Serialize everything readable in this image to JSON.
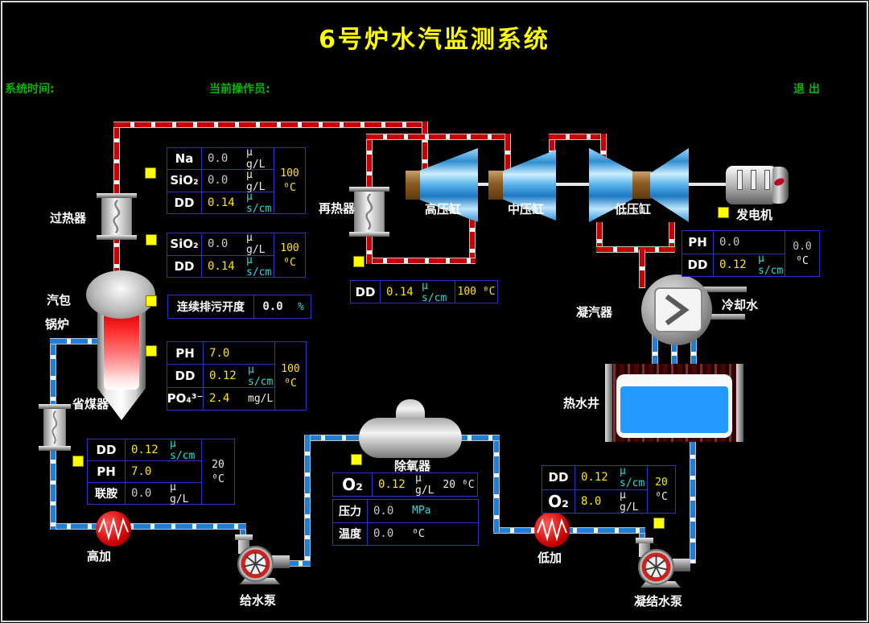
{
  "title": "6号炉水汽监测系统",
  "header": {
    "system_time_label": "系统时间:",
    "operator_label": "当前操作员:",
    "exit_label": "退  出"
  },
  "colors": {
    "background": "#000000",
    "title_yellow": "#ffff00",
    "label_green": "#00b800",
    "table_border_blue": "#2a35c8",
    "value_yellow": "#ffe500",
    "value_gray": "#c8c8c8",
    "unit_cyan": "#27dede",
    "pipe_steam_red": "#c80000",
    "pipe_water_blue": "#1f7fd4",
    "indicator_yellow": "#ffff00",
    "hotwell_water_blue": "#2299ff"
  },
  "equipment_labels": {
    "superheater": "过热器",
    "drum": "汽包",
    "boiler": "锅炉",
    "economizer": "省煤器",
    "reheater": "再热器",
    "hp_cylinder": "高压缸",
    "ip_cylinder": "中压缸",
    "lp_cylinder": "低压缸",
    "generator": "发电机",
    "condenser": "凝汽器",
    "cooling_water": "冷却水",
    "hotwell": "热水井",
    "deaerator": "除氧器",
    "hp_heater": "高加",
    "lp_heater": "低加",
    "feed_pump": "给水泵",
    "condensate_pump": "凝结水泵"
  },
  "tables": {
    "superheater_steam": {
      "rows": [
        [
          "Na",
          "0.0",
          "μ g/L"
        ],
        [
          "SiO₂",
          "0.0",
          "μ g/L"
        ],
        [
          "DD",
          "0.14",
          "μ s/cm"
        ]
      ],
      "temp": "100",
      "temp_unit": "⁰C"
    },
    "saturated_steam": {
      "rows": [
        [
          "SiO₂",
          "0.0",
          "μ g/L"
        ],
        [
          "DD",
          "0.14",
          "μ s/cm"
        ]
      ],
      "temp": "100",
      "temp_unit": "⁰C"
    },
    "blowdown": {
      "label": "连续排污开度",
      "value": "0.0",
      "unit": "%"
    },
    "boiler_water": {
      "rows": [
        [
          "PH",
          "7.0",
          ""
        ],
        [
          "DD",
          "0.12",
          "μ s/cm"
        ],
        [
          "PO₄³⁻",
          "2.4",
          "mg/L"
        ]
      ],
      "temp": "100",
      "temp_unit": "⁰C"
    },
    "feedwater": {
      "rows": [
        [
          "DD",
          "0.12",
          "μ s/cm"
        ],
        [
          "PH",
          "7.0",
          ""
        ],
        [
          "联胺",
          "0.0",
          "μ g/L"
        ]
      ],
      "temp": "20",
      "temp_unit": "⁰C"
    },
    "reheat_steam": {
      "param": "DD",
      "value": "0.14",
      "unit": "μ s/cm",
      "temp": "100",
      "temp_unit": "⁰C"
    },
    "deaerator_o2": {
      "param": "O₂",
      "value": "0.12",
      "unit": "μ g/L",
      "temp": "20",
      "temp_unit": "⁰C"
    },
    "deaerator_state": {
      "rows": [
        [
          "压力",
          "0.0",
          "MPa"
        ],
        [
          "温度",
          "0.0",
          "⁰C"
        ]
      ]
    },
    "condensate_lp": {
      "rows": [
        [
          "DD",
          "0.12",
          "μ s/cm"
        ],
        [
          "O₂",
          "8.0",
          "μ g/L"
        ]
      ],
      "temp": "20",
      "temp_unit": "⁰C"
    },
    "condensate_ph": {
      "rows": [
        [
          "PH",
          "0.0",
          ""
        ],
        [
          "DD",
          "0.12",
          "μ s/cm"
        ]
      ],
      "temp": "0.0",
      "temp_unit": "⁰C"
    }
  }
}
